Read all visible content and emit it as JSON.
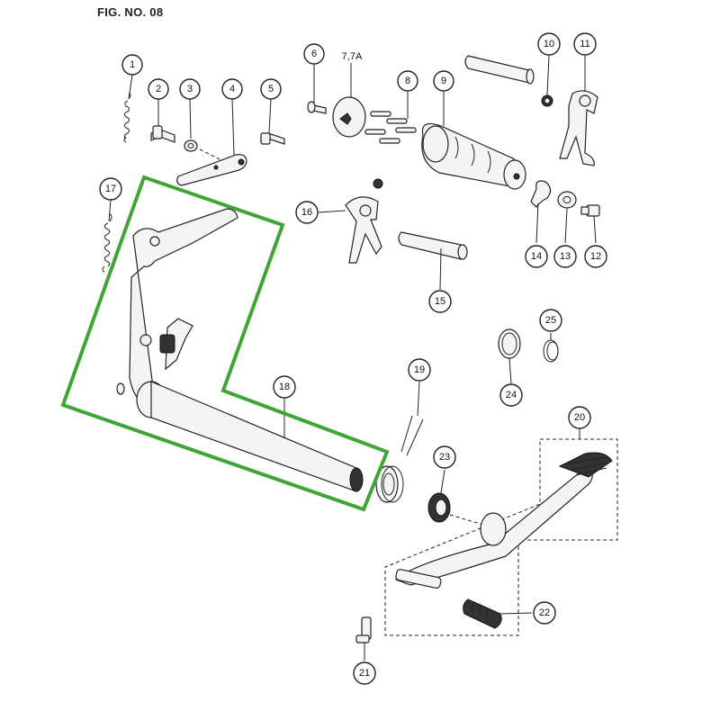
{
  "figure": {
    "title": "FIG. NO. 08"
  },
  "callouts": [
    {
      "label": "1"
    },
    {
      "label": "2"
    },
    {
      "label": "3"
    },
    {
      "label": "4"
    },
    {
      "label": "5"
    },
    {
      "label": "6"
    },
    {
      "label": "7,7A"
    },
    {
      "label": "8"
    },
    {
      "label": "9"
    },
    {
      "label": "10"
    },
    {
      "label": "11"
    },
    {
      "label": "12"
    },
    {
      "label": "13"
    },
    {
      "label": "14"
    },
    {
      "label": "15"
    },
    {
      "label": "16"
    },
    {
      "label": "17"
    },
    {
      "label": "18"
    },
    {
      "label": "19"
    },
    {
      "label": "20"
    },
    {
      "label": "21"
    },
    {
      "label": "22"
    },
    {
      "label": "23"
    },
    {
      "label": "24"
    },
    {
      "label": "25"
    }
  ],
  "highlight": {
    "color": "#3fa535",
    "part": "18"
  }
}
